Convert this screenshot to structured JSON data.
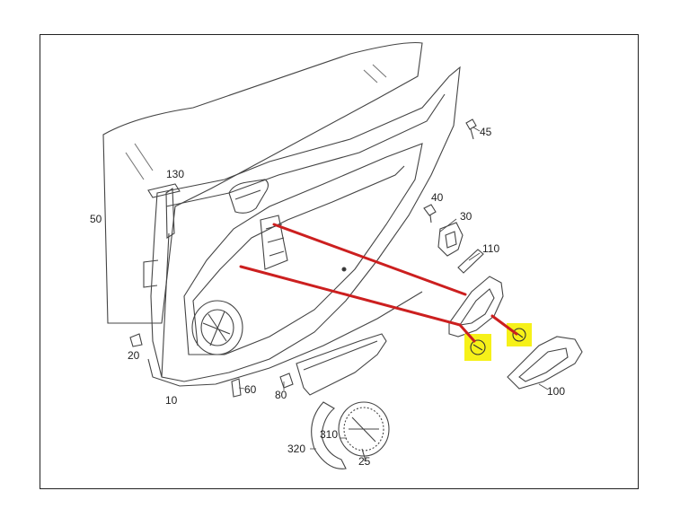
{
  "diagram": {
    "callouts": {
      "c45": "45",
      "c130": "130",
      "c50": "50",
      "c40": "40",
      "c30": "30",
      "c110": "110",
      "c20": "20",
      "c10": "10",
      "c60": "60",
      "c80": "80",
      "c100": "100",
      "c310": "310",
      "c320": "320",
      "c25": "25"
    },
    "colors": {
      "line": "#333333",
      "highlight": "#f5f000",
      "leader_red": "#cc1f1f"
    }
  }
}
